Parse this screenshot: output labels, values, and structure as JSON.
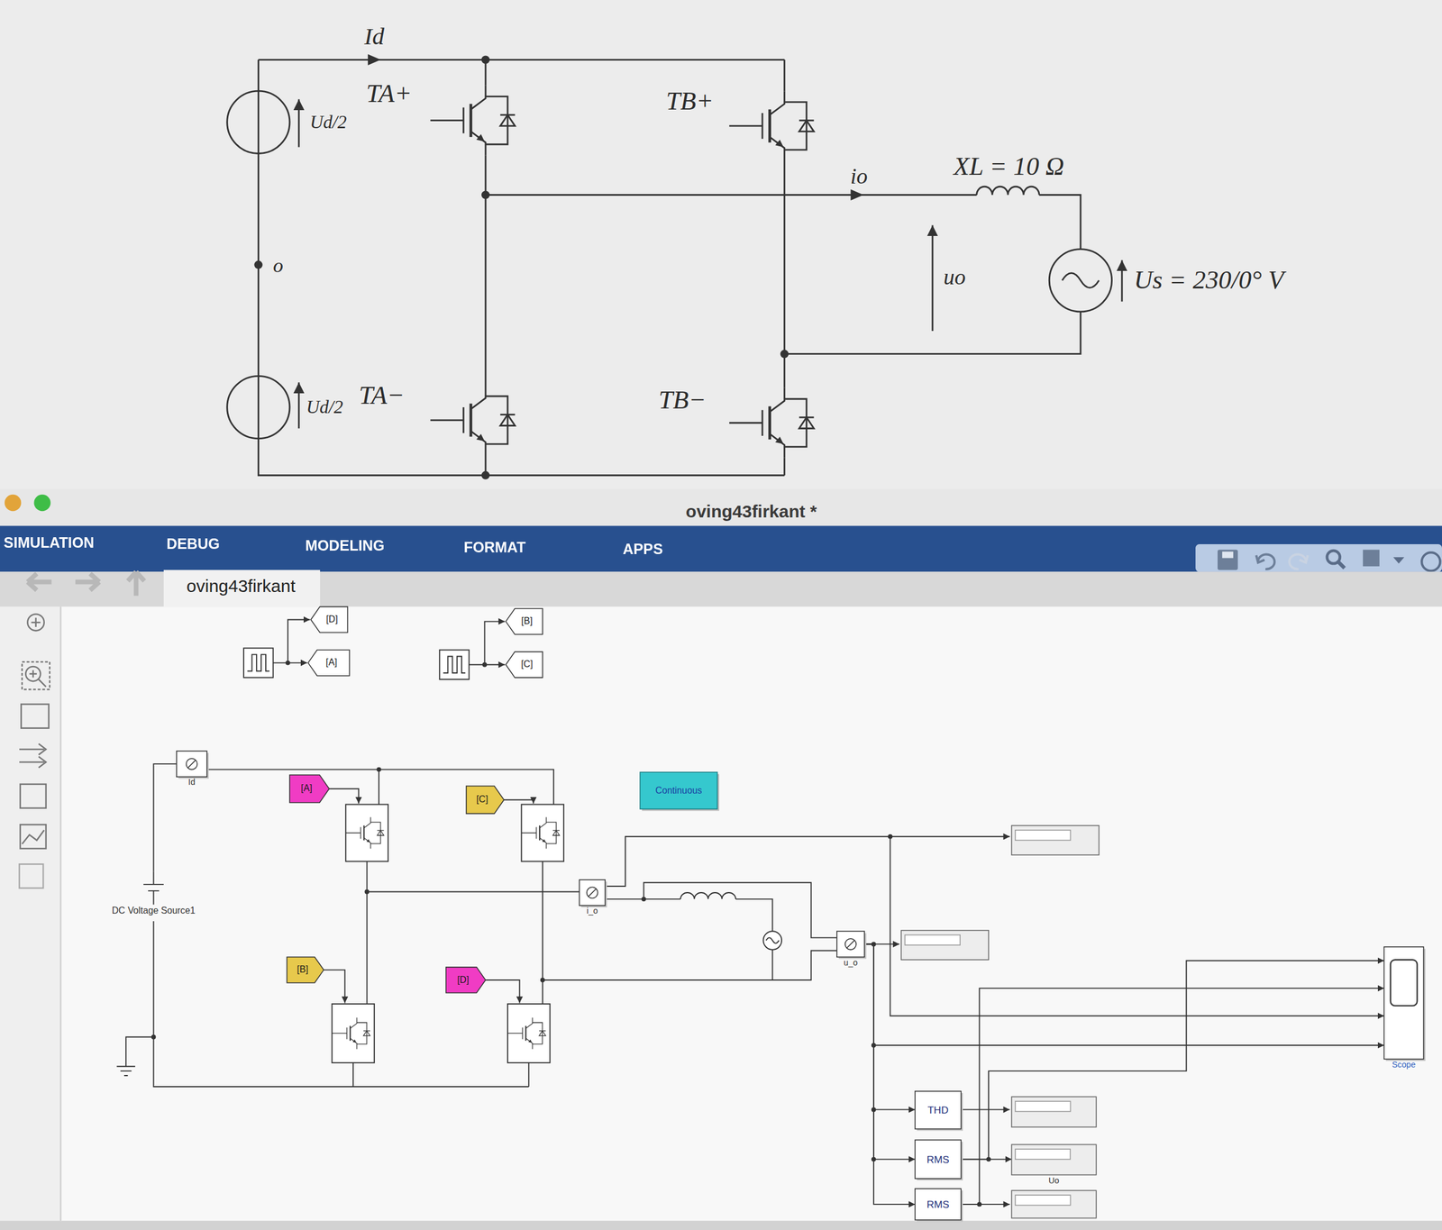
{
  "diagram": {
    "nodes": [
      {
        "text": [
          "[D]"
        ]
      },
      {
        "text": [
          "[B]"
        ]
      },
      {
        "text": [
          "[A]"
        ]
      },
      {
        "text": [
          "[C]"
        ]
      },
      {
        "text": [
          "Id"
        ]
      },
      {
        "text": [
          "[A]"
        ]
      },
      {
        "text": [
          "Continuous"
        ]
      },
      {
        "text": [
          "[C]"
        ]
      },
      {
        "text": [
          "i_o"
        ]
      },
      {
        "text": [
          "DC Voltage Source1"
        ]
      },
      {
        "text": [
          "u_o"
        ]
      },
      {
        "text": [
          "[B]"
        ]
      },
      {
        "text": [
          "[D]"
        ]
      },
      {
        "text": [
          "Scope"
        ]
      },
      {
        "text": [
          "THD"
        ]
      },
      {
        "text": [
          "RMS"
        ]
      },
      {
        "text": [
          "Uo"
        ]
      },
      {
        "text": [
          "RMS"
        ]
      }
    ],
    "edges": [
      {
        "from": 10,
        "to": 14,
        "arrow": "to"
      },
      {
        "from": 10,
        "to": 15,
        "arrow": "to"
      },
      {
        "from": 10,
        "to": 17,
        "arrow": "to"
      },
      {
        "from": 10,
        "to": 13,
        "arrow": "to"
      },
      {
        "from": 8,
        "to": 13,
        "arrow": "to"
      },
      {
        "from": 15,
        "to": 16,
        "arrow": "to"
      },
      {
        "from": 15,
        "to": 13,
        "arrow": "to"
      },
      {
        "from": 17,
        "to": 13,
        "arrow": "to"
      },
      {
        "from": 9,
        "to": 4,
        "arrow": "none"
      }
    ],
    "labels": [
      "Id",
      "TA+",
      "TB+",
      "Ud/2",
      "XL = 10 Ω",
      "io",
      "o",
      "uo",
      "Us = 230/0° V",
      "TA−",
      "Ud/2",
      "TB−",
      "oving43firkant *",
      "SIMULATION",
      "DEBUG",
      "MODELING",
      "FORMAT",
      "APPS",
      "oving43firkant"
    ]
  }
}
